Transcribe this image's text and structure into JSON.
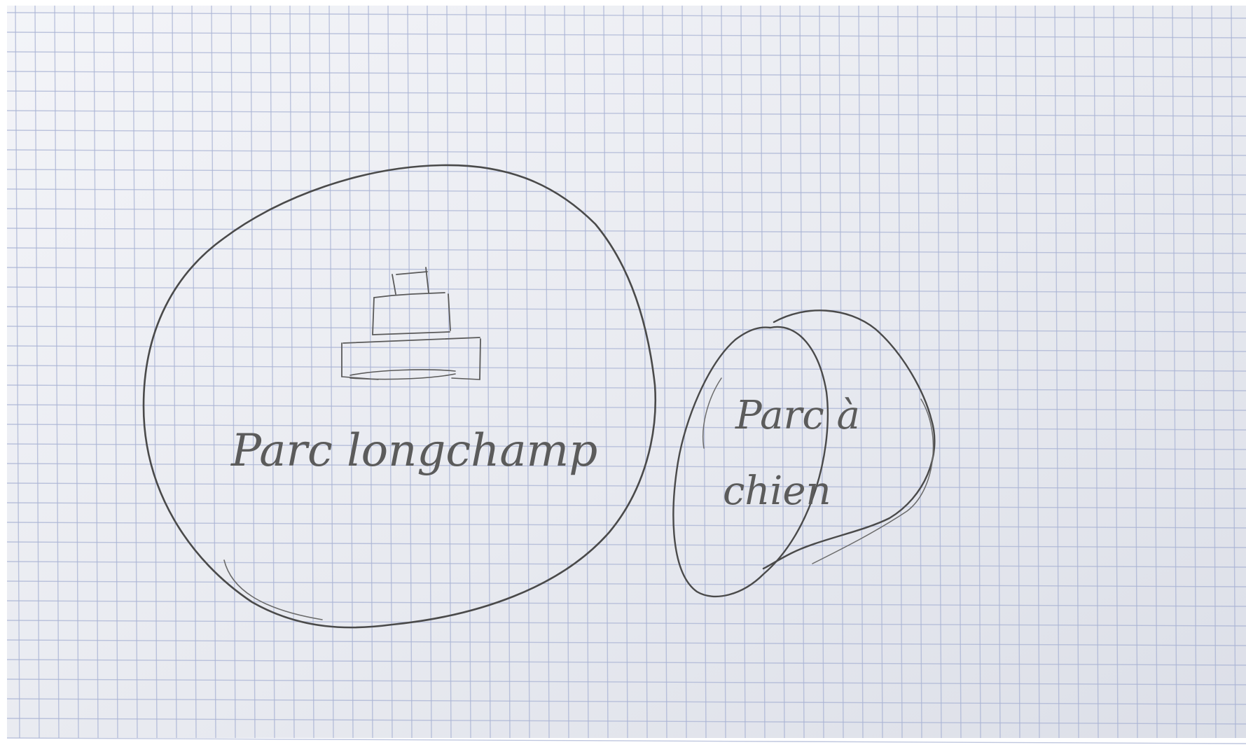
{
  "paper": {
    "background": "#eceef3",
    "grid_color": "#a9b3d4",
    "pencil_color": "#4a4a4a"
  },
  "zones": [
    {
      "id": "parc-longchamp",
      "label": "Parc longchamp",
      "icon": "monument-fountain-icon"
    },
    {
      "id": "parc-a-chien",
      "label_line1": "Parc à",
      "label_line2": "chien"
    }
  ]
}
